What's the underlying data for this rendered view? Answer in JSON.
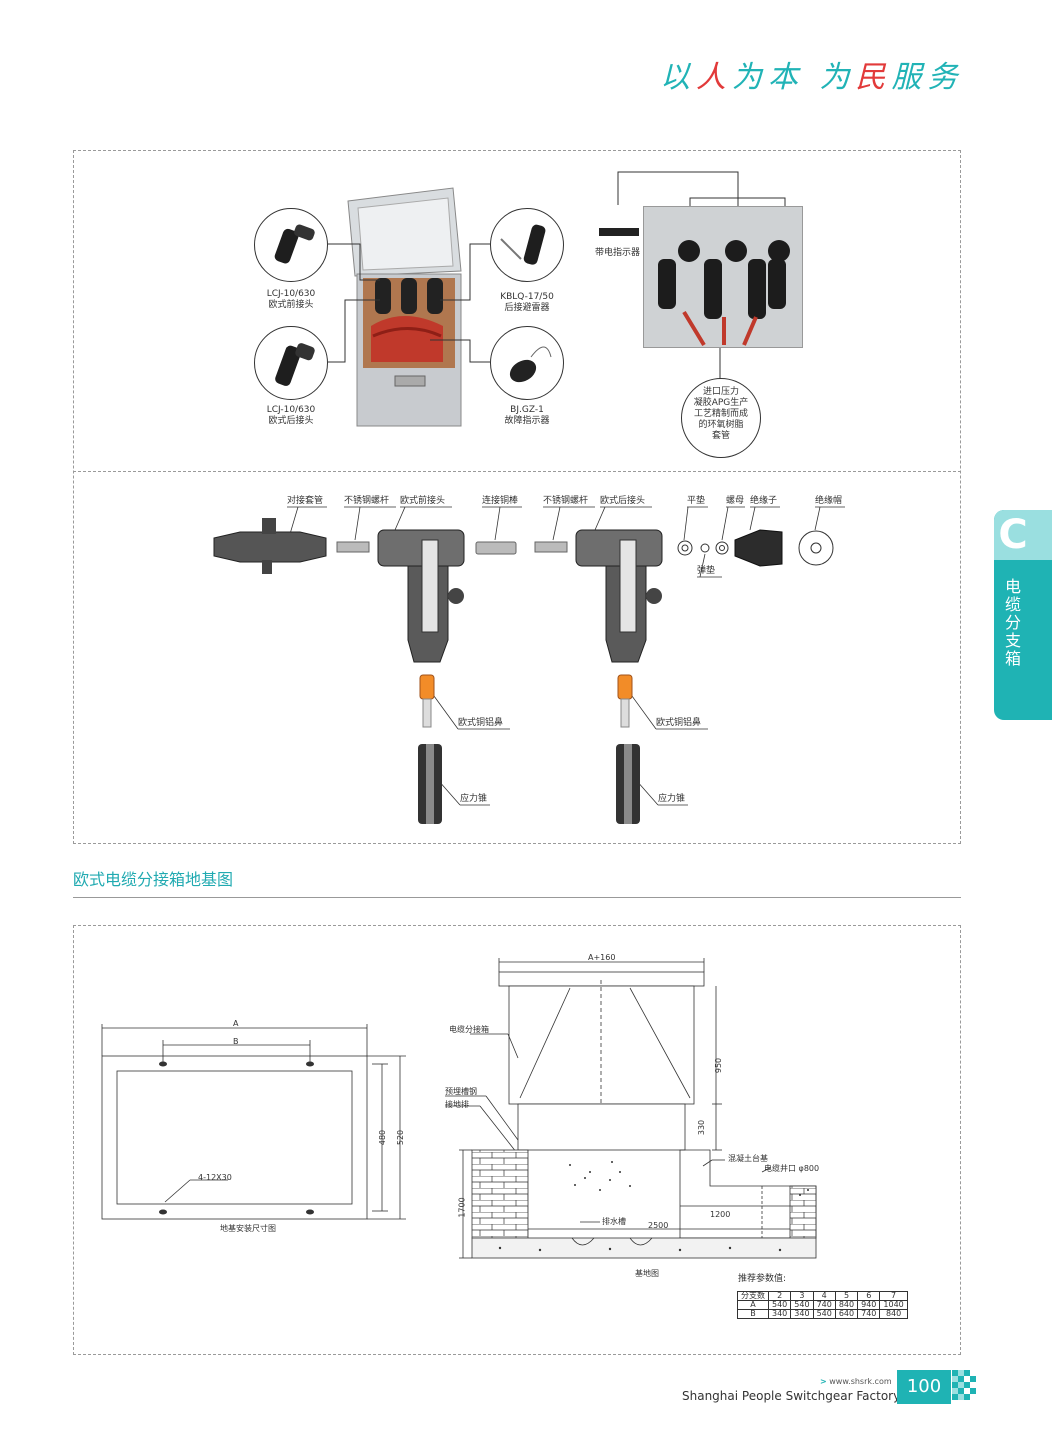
{
  "header": {
    "slogan_a": "以",
    "slogan_b": "人",
    "slogan_c": "为本",
    "slogan_d": "为",
    "slogan_e": "民",
    "slogan_f": "服务"
  },
  "top_panel": {
    "lcj_front_model": "LCJ-10/630",
    "lcj_front_name": "欧式前接头",
    "lcj_back_model": "LCJ-10/630",
    "lcj_back_name": "欧式后接头",
    "kblq_model": "KBLQ-17/50",
    "kblq_name": "后接避雷器",
    "bjgz_model": "BJ.GZ-1",
    "bjgz_name": "故障指示器",
    "live_indicator": "带电指示器",
    "bushing_l1": "进口压力",
    "bushing_l2": "凝胶APG生产",
    "bushing_l3": "工艺精制而成",
    "bushing_l4": "的环氧树脂",
    "bushing_l5": "套管"
  },
  "mid_panel": {
    "butt_bushing": "对接套管",
    "ss_bolt_1": "不锈钢螺杆",
    "front_connector": "欧式前接头",
    "copper_rod": "连接铜棒",
    "ss_bolt_2": "不锈钢螺杆",
    "back_connector": "欧式后接头",
    "flat_washer": "平垫",
    "nut": "螺母",
    "insulator": "绝缘子",
    "insulating_cap": "绝缘帽",
    "spring_washer": "弹垫",
    "lug_1": "欧式铜铝鼻",
    "lug_2": "欧式铜铝鼻",
    "stress_cone_1": "应力锥",
    "stress_cone_2": "应力锥"
  },
  "section": {
    "title": "欧式电缆分接箱地基图"
  },
  "foundation": {
    "dim_a": "A",
    "dim_b": "B",
    "dim_480": "480",
    "dim_520": "520",
    "holes": "4-12X30",
    "caption_left": "地基安装尺寸图",
    "dim_a160": "A+160",
    "box_label": "电缆分接箱",
    "channel_steel": "预埋槽钢",
    "ground_bar": "接地排",
    "dim_950": "950",
    "dim_330": "330",
    "concrete": "混凝土台基",
    "well_mouth": "电缆井口 φ800",
    "dim_1700": "1700",
    "dim_1200": "1200",
    "drain": "排水槽",
    "dim_2500": "2500",
    "caption_right": "基地图"
  },
  "params": {
    "title": "推荐参数值:",
    "header": [
      "分支数",
      "2",
      "3",
      "4",
      "5",
      "6",
      "7"
    ],
    "row_a": [
      "A",
      "540",
      "540",
      "740",
      "840",
      "940",
      "1040"
    ],
    "row_b": [
      "B",
      "340",
      "340",
      "540",
      "640",
      "740",
      "840"
    ]
  },
  "side_tab": {
    "letter": "C",
    "text": "电缆分支箱"
  },
  "footer": {
    "url": "www.shsrk.com",
    "company": "Shanghai People Switchgear Factory",
    "page": "100"
  },
  "colors": {
    "accent": "#1fb3b4",
    "slogan_red": "#e23a3a",
    "lug_orange": "#f28c28"
  }
}
